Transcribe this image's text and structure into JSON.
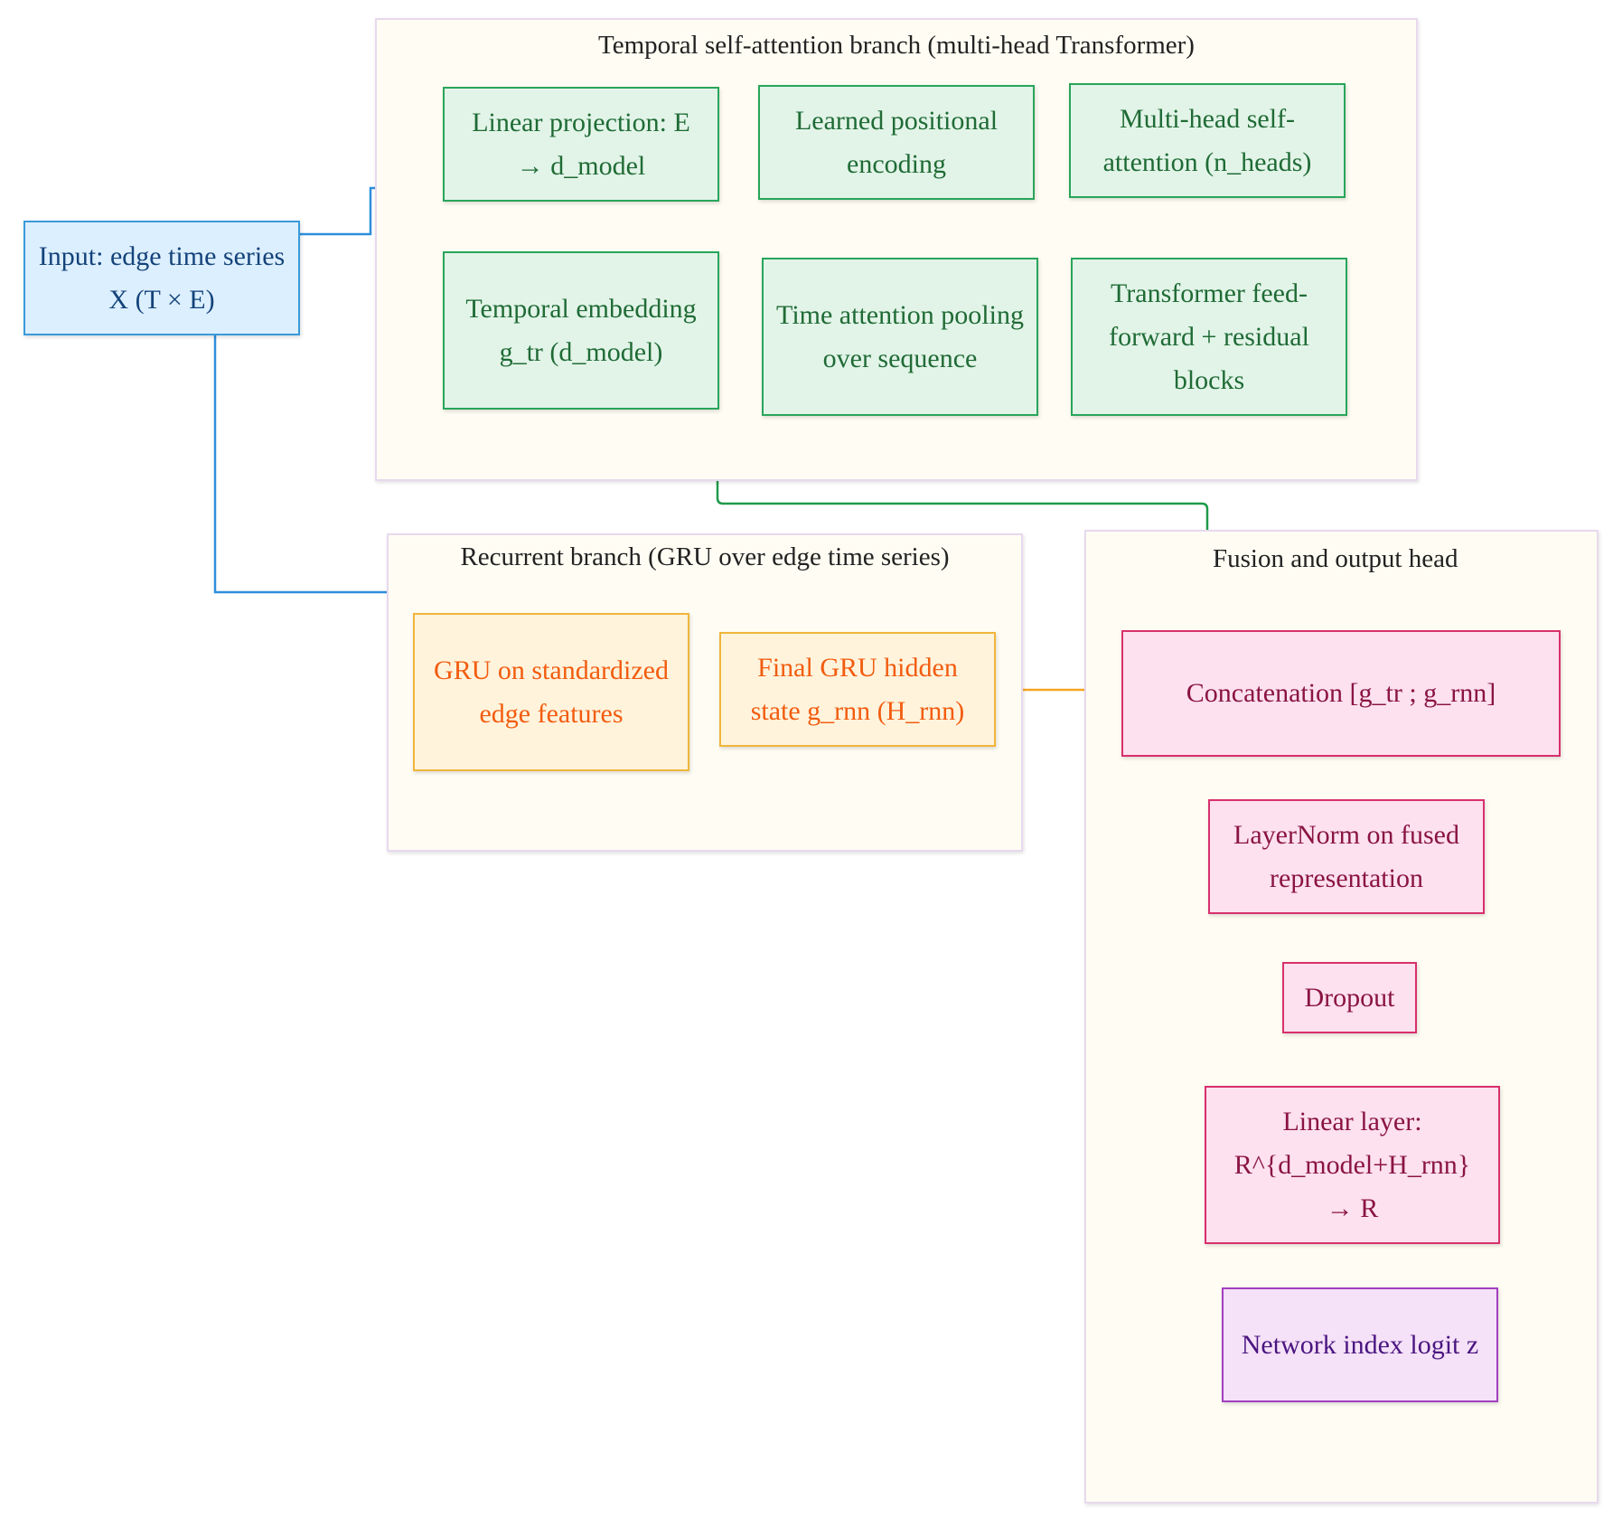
{
  "groups": {
    "temporal": "Temporal self-attention branch (multi-head Transformer)",
    "recurrent": "Recurrent branch (GRU over edge time series)",
    "fusion": "Fusion and output head"
  },
  "nodes": {
    "input": "Input: edge time series X (T × E)",
    "linear_projection": "Linear projection: E → d_model",
    "positional_encoding": "Learned positional encoding",
    "multihead_attention": "Multi-head self-attention (n_heads)",
    "feedforward": "Transformer feed-forward + residual blocks",
    "time_attention_pooling": "Time attention pooling over sequence",
    "temporal_embedding": "Temporal embedding g_tr (d_model)",
    "gru": "GRU on standardized edge features",
    "final_gru_state": "Final GRU hidden state g_rnn (H_rnn)",
    "concatenation": "Concatenation [g_tr ; g_rnn]",
    "layernorm": "LayerNorm on fused representation",
    "dropout": "Dropout",
    "linear_layer": "Linear layer: R^{d_model+H_rnn} → R",
    "output_logit": "Network index logit z"
  },
  "colors": {
    "input": "#3a9ad9",
    "transformer": "#28a55a",
    "recurrent": "#f0b63a",
    "fusion": "#d8306d",
    "output": "#a23fc0"
  }
}
